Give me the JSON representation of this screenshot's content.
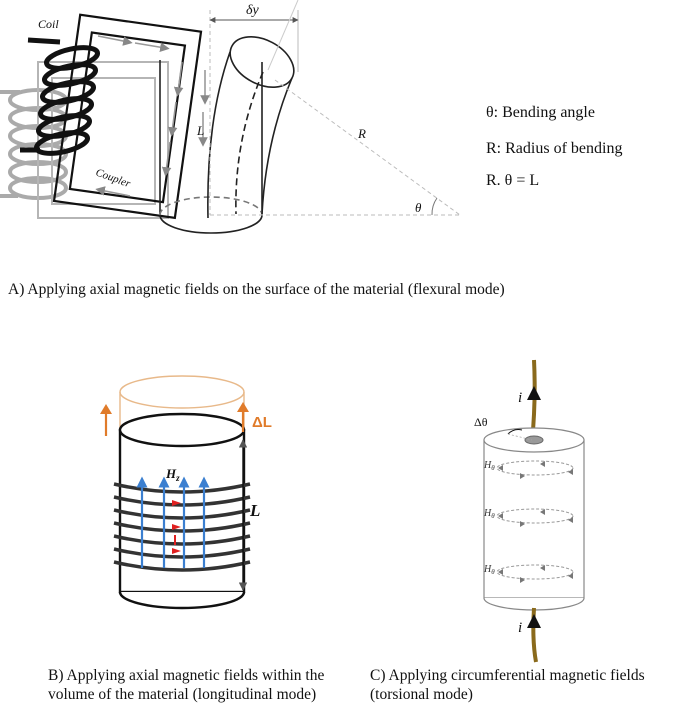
{
  "panel_a": {
    "labels": {
      "coil": "Coil",
      "coupler": "Coupler",
      "delta_y": "δy",
      "length": "L",
      "radius": "R",
      "theta": "θ"
    },
    "legend": [
      "θ: Bending angle",
      "R: Radius of bending",
      "R. θ = L"
    ],
    "caption": "A)  Applying axial magnetic fields on the surface of the material (flexural mode)"
  },
  "panel_b": {
    "labels": {
      "hz": "H",
      "hz_sub": "z",
      "delta_l": "ΔL",
      "length": "L"
    },
    "caption_lines": [
      "B) Applying axial magnetic fields within the",
      "volume of the material (longitudinal mode)"
    ],
    "colors": {
      "arrow_orange": "#e07b2a",
      "field_blue": "#3b7fd0",
      "current_red": "#e02020"
    }
  },
  "panel_c": {
    "labels": {
      "current_top": "i",
      "current_bottom": "i",
      "delta_theta": "Δθ",
      "h_theta": "H",
      "h_theta_sub": "θ"
    },
    "caption_lines": [
      "C) Applying circumferential magnetic fields",
      "(torsional mode)"
    ],
    "colors": {
      "wire": "#8a6a1c"
    }
  }
}
